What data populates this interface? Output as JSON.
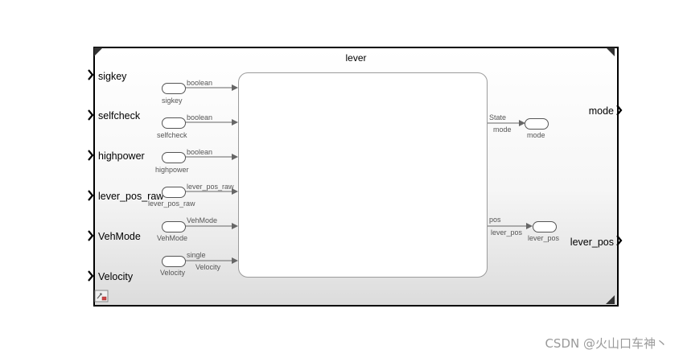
{
  "subsystem": {
    "title": "lever",
    "inputs": [
      "sigkey",
      "selfcheck",
      "highpower",
      "lever_pos_raw",
      "VehMode",
      "Velocity"
    ],
    "outputs": [
      "mode",
      "lever_pos"
    ]
  },
  "chart": {
    "inputs": [
      {
        "name": "sigkey",
        "type": "boolean"
      },
      {
        "name": "selfcheck",
        "type": "boolean"
      },
      {
        "name": "highpower",
        "type": "boolean"
      },
      {
        "name": "lever_pos_raw",
        "type": "lever_pos_raw"
      },
      {
        "name": "VehMode",
        "type": "VehMode"
      },
      {
        "name": "Velocity",
        "type": "single",
        "wire_label": "Velocity"
      }
    ],
    "outputs": [
      {
        "port": "State",
        "wire": "mode",
        "name": "mode"
      },
      {
        "port": "pos",
        "wire": "lever_pos",
        "name": "lever_pos"
      }
    ]
  },
  "watermark": "CSDN @火山口车神丶"
}
